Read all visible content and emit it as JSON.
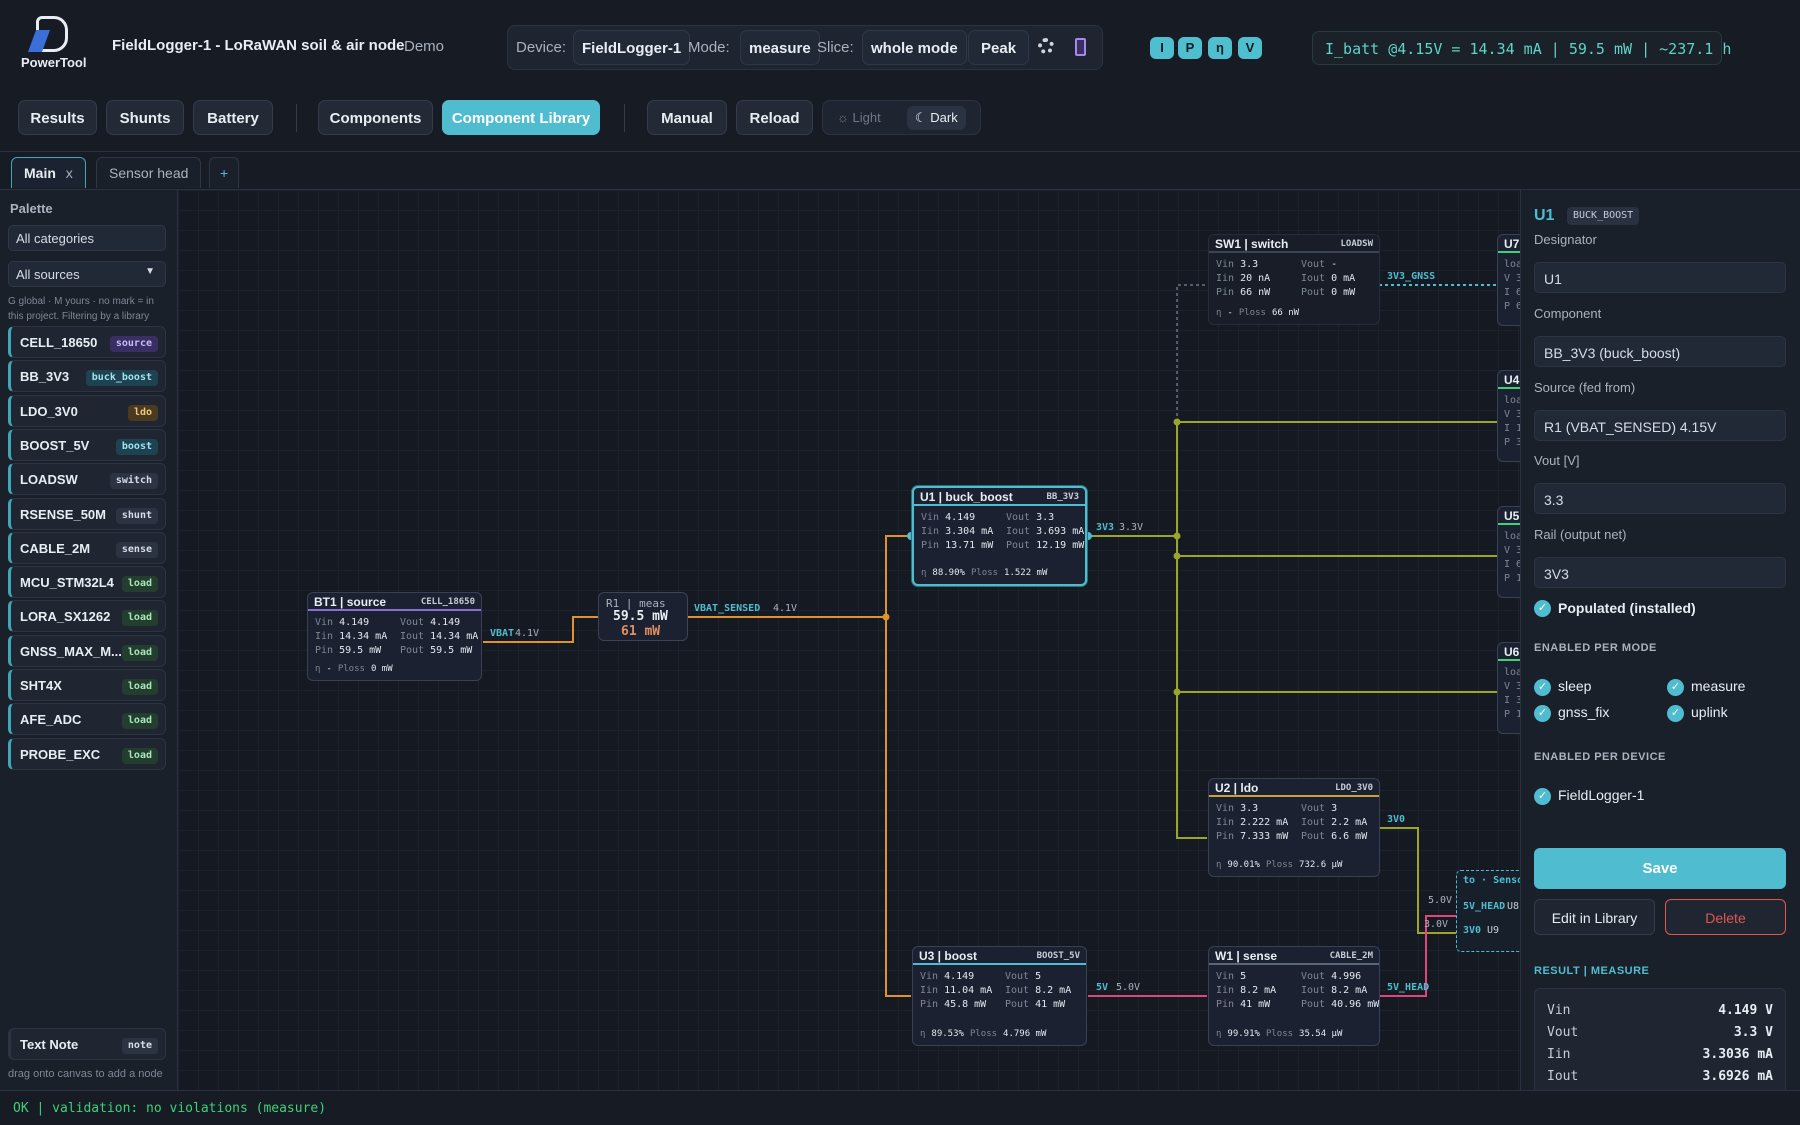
{
  "app": {
    "logo_text": "PowerTool",
    "title": "FieldLogger-1 - LoRaWAN soil & air node",
    "badge": "Demo"
  },
  "selectors": {
    "device_label": "Device:",
    "device_value": "FieldLogger-1",
    "mode_label": "Mode:",
    "mode_value": "measure",
    "slice_label": "Slice:",
    "slice_value": "whole mode",
    "peak_label": "Peak"
  },
  "metric_pills": [
    "I",
    "P",
    "η",
    "V"
  ],
  "battery_summary": "I_batt @4.15V = 14.34 mA | 59.5 mW | ~237.1 h",
  "toolbar": {
    "results": "Results",
    "shunts": "Shunts",
    "battery": "Battery",
    "components": "Components",
    "component_library": "Component Library",
    "manual": "Manual",
    "reload": "Reload",
    "light": "Light",
    "dark": "Dark"
  },
  "tabs": [
    {
      "label": "Main",
      "close": "x"
    },
    {
      "label": "Sensor head"
    }
  ],
  "add_tab": "+",
  "palette": {
    "title": "Palette",
    "category_filter": "All categories",
    "source_filter": "All sources",
    "hint": "G global · M yours · no mark = in this project. Filtering by a library also finds the copies this project took from it.",
    "items": [
      {
        "name": "CELL_18650",
        "kind": "source"
      },
      {
        "name": "BB_3V3",
        "kind": "buck_boost"
      },
      {
        "name": "LDO_3V0",
        "kind": "ldo"
      },
      {
        "name": "BOOST_5V",
        "kind": "boost"
      },
      {
        "name": "LOADSW",
        "kind": "switch"
      },
      {
        "name": "RSENSE_50M",
        "kind": "shunt"
      },
      {
        "name": "CABLE_2M",
        "kind": "sense"
      },
      {
        "name": "MCU_STM32L4",
        "kind": "load"
      },
      {
        "name": "LORA_SX1262",
        "kind": "load"
      },
      {
        "name": "GNSS_MAX_M...",
        "kind": "load"
      },
      {
        "name": "SHT4X",
        "kind": "load"
      },
      {
        "name": "AFE_ADC",
        "kind": "load"
      },
      {
        "name": "PROBE_EXC",
        "kind": "load"
      }
    ],
    "note": {
      "name": "Text Note",
      "kind": "note"
    },
    "footer": "drag onto canvas to add a node"
  },
  "canvas": {
    "nodes": {
      "bt1": {
        "title": "BT1 | source",
        "type": "CELL_18650",
        "vin": "4.149",
        "iin": "14.34 mA",
        "pin": "59.5 mW",
        "vout": "4.149",
        "iout": "14.34 mA",
        "pout": "59.5 mW",
        "eta": "-",
        "ploss": "0 mW"
      },
      "r1": {
        "title": "R1 | meas",
        "power": "59.5 mW",
        "loss": "61 mW"
      },
      "u1": {
        "title": "U1 | buck_boost",
        "type": "BB_3V3",
        "vin": "4.149",
        "iin": "3.304 mA",
        "pin": "13.71 mW",
        "vout": "3.3",
        "iout": "3.693 mA",
        "pout": "12.19 mW",
        "eta": "88.90%",
        "ploss": "1.522 mW"
      },
      "sw1": {
        "title": "SW1 | switch",
        "type": "LOADSW",
        "vin": "3.3",
        "iin": "20 nA",
        "pin": "66 nW",
        "vout": "-",
        "iout": "0 mA",
        "pout": "0 mW",
        "eta": "-",
        "ploss": "66 nW"
      },
      "u2": {
        "title": "U2 | ldo",
        "type": "LDO_3V0",
        "vin": "3.3",
        "iin": "2.222 mA",
        "pin": "7.333 mW",
        "vout": "3",
        "iout": "2.2 mA",
        "pout": "6.6 mW",
        "eta": "90.01%",
        "ploss": "732.6 µW"
      },
      "u3": {
        "title": "U3 | boost",
        "type": "BOOST_5V",
        "vin": "4.149",
        "iin": "11.04 mA",
        "pin": "45.8 mW",
        "vout": "5",
        "iout": "8.2 mA",
        "pout": "41 mW",
        "eta": "89.53%",
        "ploss": "4.796 mW"
      },
      "w1": {
        "title": "W1 | sense",
        "type": "CABLE_2M",
        "vin": "5",
        "iin": "8.2 mA",
        "pin": "41 mW",
        "vout": "4.996",
        "iout": "8.2 mA",
        "pout": "40.96 mW",
        "eta": "99.91%",
        "ploss": "35.54 µW"
      },
      "u7": {
        "title": "U7",
        "r1": "loa",
        "r2": "V 3",
        "r3": "I 6",
        "r4": "P 6"
      },
      "u4": {
        "title": "U4",
        "r1": "loa",
        "r2": "V 3",
        "r3": "I 1",
        "r4": "P 3"
      },
      "u5": {
        "title": "U5",
        "r1": "loa",
        "r2": "V 3",
        "r3": "I 6",
        "r4": "P 1"
      },
      "u6": {
        "title": "U6",
        "r1": "loa",
        "r2": "V 3",
        "r3": "I 3",
        "r4": "P 1"
      },
      "offpage": {
        "title": "to · Senso",
        "net1": "5V_HEAD",
        "ref1": "U8",
        "net2": "3V0",
        "ref2": "U9"
      }
    },
    "wire_labels": {
      "vbat": "VBAT",
      "vbat_v": "4.1V",
      "vbat_sensed": "VBAT_SENSED",
      "vbat_sensed_v": "4.1V",
      "v3v3": "3V3",
      "v3v3_v": "3.3V",
      "v3v3_gnss": "3V3_GNSS",
      "v3v0": "3V0",
      "v5v": "5V",
      "v5v_v": "5.0V",
      "v5v_head": "5V_HEAD",
      "v5_0": "5.0V",
      "v3_0": "3.0V"
    },
    "row_keys": {
      "vin": "Vin",
      "iin": "Iin",
      "pin": "Pin",
      "vout": "Vout",
      "iout": "Iout",
      "pout": "Pout",
      "eta": "η",
      "ploss": "Ploss"
    }
  },
  "inspector": {
    "ref": "U1",
    "type": "BUCK_BOOST",
    "designator_label": "Designator",
    "designator": "U1",
    "component_label": "Component",
    "component": "BB_3V3 (buck_boost)",
    "source_label": "Source (fed from)",
    "source": "R1 (VBAT_SENSED) 4.15V",
    "vout_label": "Vout [V]",
    "vout": "3.3",
    "rail_label": "Rail (output net)",
    "rail": "3V3",
    "populated": "Populated (installed)",
    "modes_title": "ENABLED PER MODE",
    "modes": [
      "sleep",
      "measure",
      "gnss_fix",
      "uplink"
    ],
    "devices_title": "ENABLED PER DEVICE",
    "device": "FieldLogger-1",
    "save": "Save",
    "edit_library": "Edit in Library",
    "delete": "Delete",
    "result_title": "RESULT | MEASURE",
    "results": [
      {
        "k": "Vin",
        "v": "4.149 V"
      },
      {
        "k": "Vout",
        "v": "3.3 V"
      },
      {
        "k": "Iin",
        "v": "3.3036 mA"
      },
      {
        "k": "Iout",
        "v": "3.6926 mA"
      }
    ]
  },
  "status": "OK | validation: no violations (measure)",
  "colors": {
    "accent": "#4fbcd0",
    "vbat_wire": "#e0922f",
    "rail_3v3": "#9aa52a",
    "rail_5v": "#e0457b",
    "danger": "#e0574d",
    "ok": "#3fd07a"
  }
}
